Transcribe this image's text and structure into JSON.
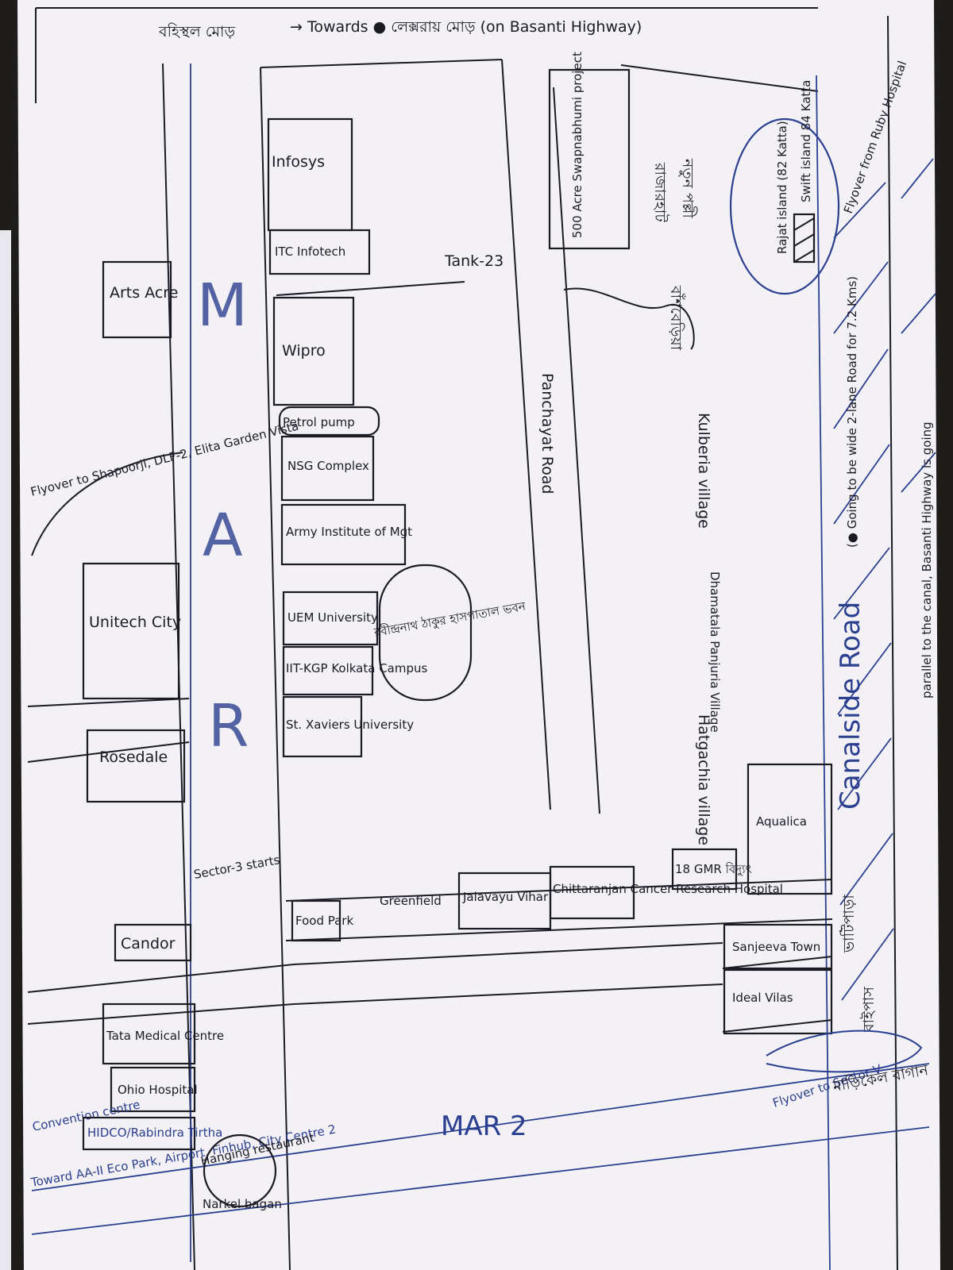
{
  "map": {
    "top": {
      "bengali_left": "বহিস্থল মোড়",
      "towards": "→ Towards ● লেক্সরায় মোড় (on Basanti Highway)"
    },
    "big_letters": [
      "M",
      "A",
      "R"
    ],
    "left_block": {
      "arts_acre": "Arts Acre",
      "flyover_shapoorji": "Flyover to Shapoorji, DLF-2, Elita Garden Vista",
      "unitech": "Unitech City",
      "rosedale": "Rosedale",
      "candor": "Candor",
      "tata_medical": "Tata Medical Centre",
      "ohio": "Ohio Hospital",
      "convention": "Convention centre",
      "hidco": "HIDCO/Rabindra Tirtha",
      "towards_aa2": "Toward AA-II Eco Park, Airport, Finhub, City Centre 2",
      "hanging": "Hanging restaurant",
      "narkel": "Narkel bagan"
    },
    "middle_block": {
      "infosys": "Infosys",
      "itc": "ITC Infotech",
      "tank": "Tank-23",
      "wipro": "Wipro",
      "petrol": "Petrol pump",
      "nsg": "NSG Complex",
      "army": "Army Institute of Mgt",
      "uem": "UEM University",
      "iit": "IIT-KGP Kolkata Campus",
      "xaviers": "St. Xaviers University",
      "bengali_oval": "রবীন্দ্রনাথ ঠাকুর হাসপাতাল ভবন",
      "sector3": "Sector-3 starts",
      "food": "Food Park",
      "greenfield": "Greenfield",
      "jalavayu": "Jalavayu Vihar",
      "chittaranjan": "Chittaranjan Cancer Research Hospital"
    },
    "right_block": {
      "acre500": "500 Acre Swapnabhumi project",
      "panchayat": "Panchayat Road",
      "bengali_village1": "নতুন পল্লী",
      "bengali_village2": "রাজারহাট",
      "bengali_village3": "বাঁশবেড়িয়া",
      "kulberia": "Kulberia village",
      "dhamatala": "Dhamatala Panjuria Village",
      "hatgachia": "Hatgachia village",
      "aqualica": "Aqualica",
      "gmr": "18 GMR বিদ্যুৎ",
      "sanjeeva": "Sanjeeva Town",
      "ideal": "Ideal Vilas",
      "rajat": "Rajat island (82 Katta)",
      "swift": "Swift island 84 Katta",
      "flyover_ruby": "Flyover from Ruby Hospital",
      "canalside": "Canalside Road",
      "going_wide": "(● Going to be wide 2-lane Road for 7.2 Kms)",
      "parallel": "parallel to the canal, Basanti Highway is going",
      "bengali_side": "ভাটিপাড়া",
      "bengali_side2": "বাইপাস",
      "flyover_sector5": "Flyover to Sector V",
      "bengali_bottom": "মাড়িকেল বাগান"
    },
    "mar2": "MAR 2"
  },
  "colors": {
    "ink": "#1b1b24",
    "blue_ink": "#2a3f8f",
    "paper": "#f3f1f6",
    "background": "#1e1d1c"
  }
}
